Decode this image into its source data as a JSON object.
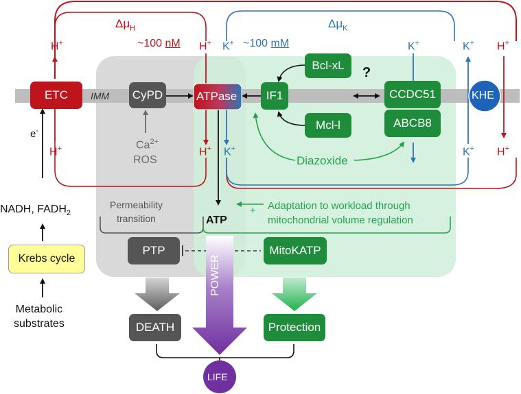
{
  "labels": {
    "delta_mu_h": "Δμ",
    "delta_mu_h_sub": "H",
    "delta_mu_k": "Δμ",
    "delta_mu_k_sub": "K",
    "h_plus": "H",
    "k_plus": "K",
    "plus_sign": "+",
    "h_conc": "~100 ",
    "h_conc_unit": "nM",
    "k_conc": "~100 ",
    "k_conc_unit": "mM",
    "etc": "ETC",
    "imm": "IMM",
    "cypd": "CyPD",
    "atpase_a": "ATP",
    "atpase_b": "ase",
    "if1": "IF1",
    "bclxl": "Bcl-xL",
    "mcl1": "Mcl-l",
    "question": "?",
    "ccdc51": "CCDC51",
    "abcb8": "ABCB8",
    "khe": "KHE",
    "electron": "e",
    "electron_sup": "-",
    "ca": "Ca",
    "ca_sup": "2+",
    "ros": "ROS",
    "diazoxide": "Diazoxide",
    "nadh": "NADH, FADH",
    "nadh_sub": "2",
    "permeability_1": "Permeability",
    "permeability_2": "transition",
    "atp": "ATP",
    "adaptation_1": "Adaptation to workload through",
    "adaptation_2": "mitochondrial volume regulation",
    "krebs": "Krebs cycle",
    "ptp": "PTP",
    "mitokatp": "MitoKATP",
    "metabolic_1": "Metabolic",
    "metabolic_2": "substrates",
    "death": "DEATH",
    "power": "POWER",
    "protection": "Protection",
    "life": "LIFE"
  },
  "colors": {
    "proton_red": "#c0141c",
    "potassium_blue": "#2f74b5",
    "green_box": "#1f8c3c",
    "green_panel": "#d6efdf",
    "gray_panel": "#d7d7d7",
    "gray_box": "#555555",
    "membrane": "#bdbdbd",
    "purple": "#7030a0",
    "krebs_yellow": "#ffff99"
  },
  "icons": {
    "inhibit": "t-bar-inhibition",
    "bidirectional": "double-headed-arrow"
  }
}
